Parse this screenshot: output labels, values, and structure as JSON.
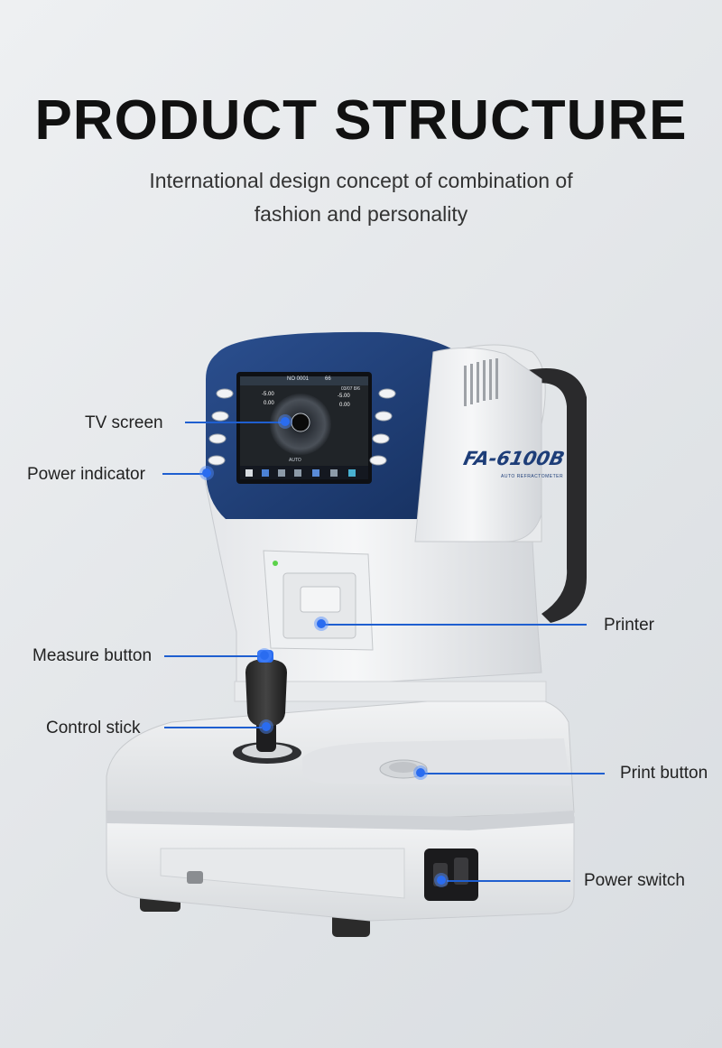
{
  "header": {
    "title": "PRODUCT STRUCTURE",
    "subtitle_line1": "International design concept of combination of",
    "subtitle_line2": "fashion and personality"
  },
  "device": {
    "model": "FA-6100B",
    "model_sub": "AUTO REFRACTOMETER",
    "screen": {
      "header_text": "NO 0001",
      "header_right": "66",
      "date": "03/07 8/6",
      "left_values": [
        "-5.00",
        "0.00"
      ],
      "right_values": [
        "-5.00",
        "0.00"
      ],
      "mode": "AUTO"
    }
  },
  "callouts": {
    "tv_screen": "TV screen",
    "power_indicator": "Power indicator",
    "printer": "Printer",
    "measure_button": "Measure button",
    "control_stick": "Control stick",
    "print_button": "Print button",
    "power_switch": "Power switch"
  },
  "colors": {
    "accent_blue": "#1f5fd0",
    "device_navy": "#1d3d78",
    "device_white": "#eceef0"
  }
}
